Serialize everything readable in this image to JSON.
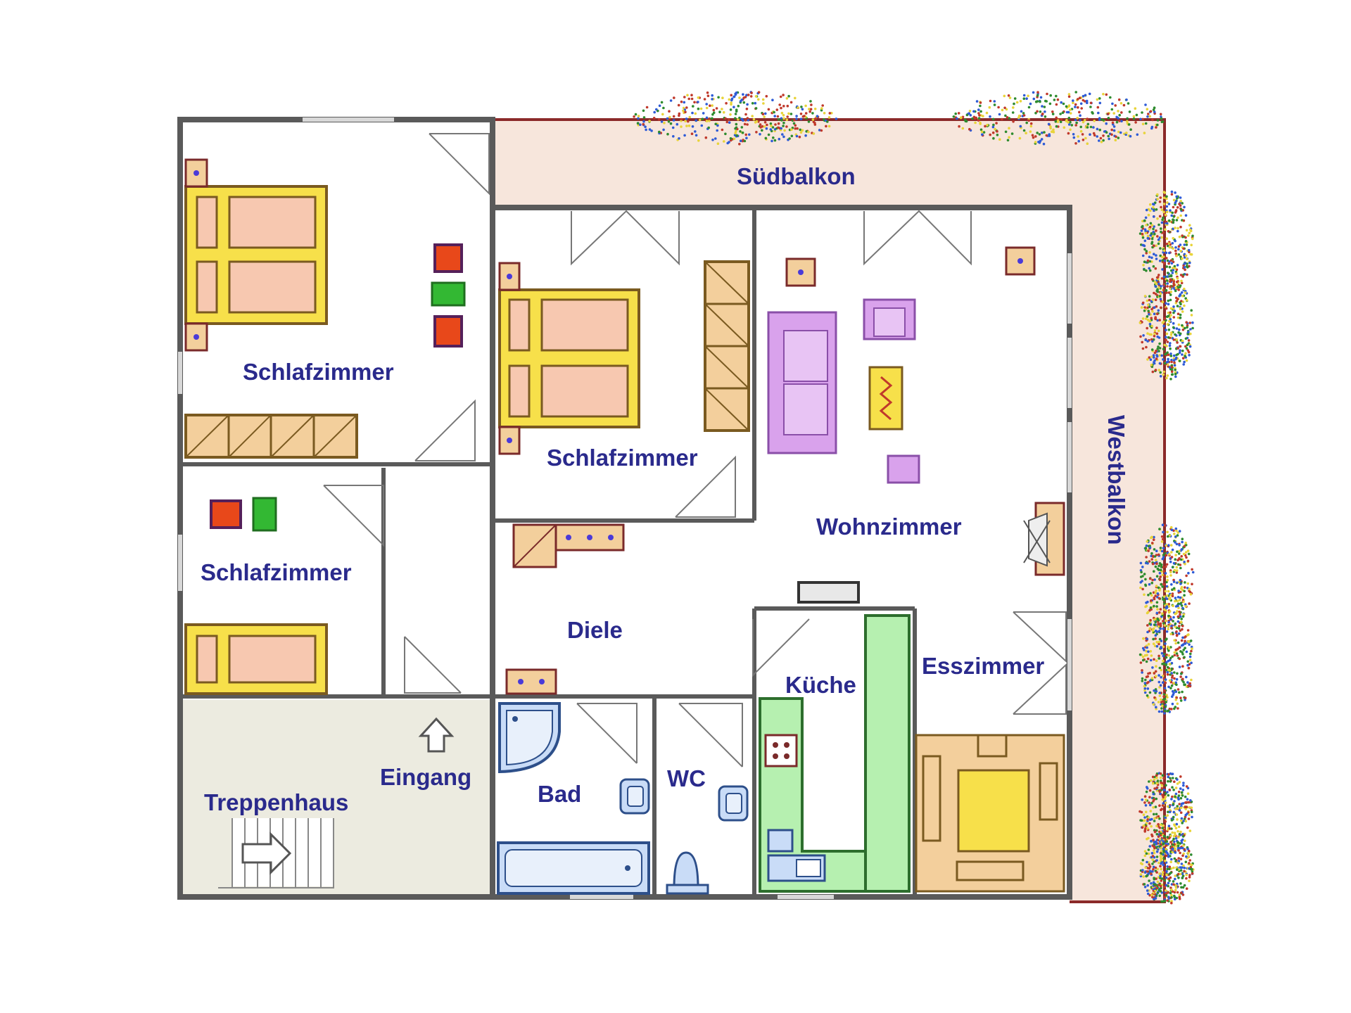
{
  "rooms": {
    "schlafzimmer_1": "Schlafzimmer",
    "schlafzimmer_2": "Schlafzimmer",
    "schlafzimmer_3": "Schlafzimmer",
    "suedbalkon": "Südbalkon",
    "westbalkon": "Westbalkon",
    "wohnzimmer": "Wohnzimmer",
    "diele": "Diele",
    "kueche": "Küche",
    "esszimmer": "Esszimmer",
    "eingang": "Eingang",
    "treppenhaus": "Treppenhaus",
    "bad": "Bad",
    "wc": "WC"
  },
  "colors": {
    "wall": "#5a5a5a",
    "label": "#2a2a8c",
    "balcony": "#f7e6dc",
    "balcony_edge": "#8b2a2a",
    "stair_hall": "#ecebe0",
    "bed_frame": "#f7e04a",
    "mattress": "#f7c8b0",
    "wood": "#f3cf9c",
    "sofa": "#d9a2ec",
    "kitchen": "#b6f0b0",
    "sanitary": "#c9dcf7",
    "table": "#f7e880"
  },
  "plants": [
    "#c0392b",
    "#2e8b2e",
    "#2e5bd6",
    "#e8d43a"
  ]
}
